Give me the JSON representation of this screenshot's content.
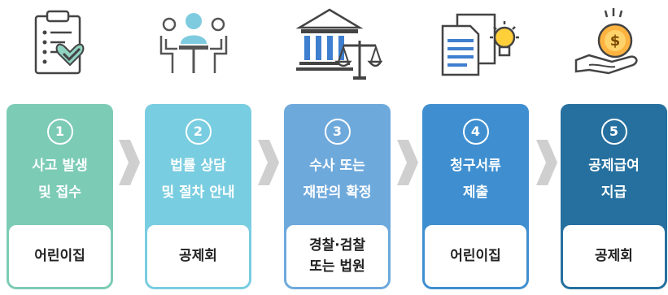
{
  "steps": [
    {
      "number": "1",
      "title": [
        "사고 발생",
        "및 접수"
      ],
      "actor": [
        "어린이집"
      ],
      "color": "#7ccbb5",
      "icon": "clipboard-check-icon"
    },
    {
      "number": "2",
      "title": [
        "법률 상담",
        "및 절차 안내"
      ],
      "actor": [
        "공제회"
      ],
      "color": "#79cde0",
      "icon": "consultation-meeting-icon"
    },
    {
      "number": "3",
      "title": [
        "수사 또는",
        "재판의 확정"
      ],
      "actor": [
        "경찰·검찰",
        "또는 법원"
      ],
      "color": "#6ea9dc",
      "icon": "courthouse-scales-icon"
    },
    {
      "number": "4",
      "title": [
        "청구서류",
        "제출"
      ],
      "actor": [
        "어린이집"
      ],
      "color": "#3f8fd0",
      "icon": "documents-lightbulb-icon"
    },
    {
      "number": "5",
      "title": [
        "공제급여",
        "지급"
      ],
      "actor": [
        "공제회"
      ],
      "color": "#26709f",
      "icon": "hand-coin-icon"
    }
  ]
}
